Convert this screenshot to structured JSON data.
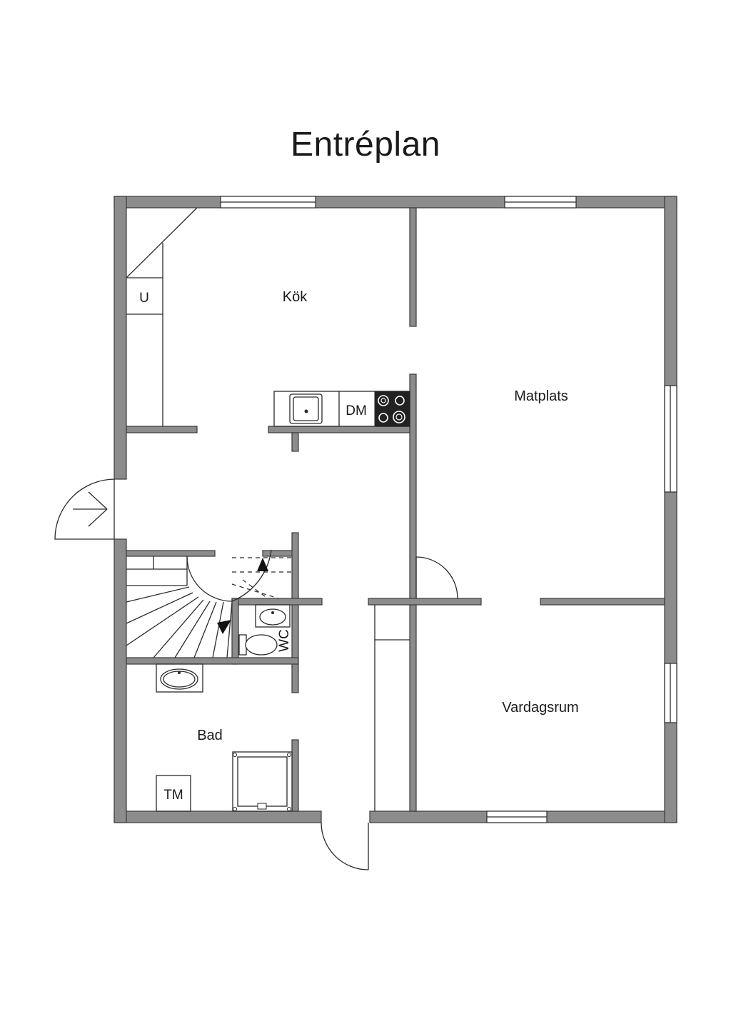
{
  "title": "Entréplan",
  "rooms": {
    "kitchen": "Kök",
    "dining": "Matplats",
    "living": "Vardagsrum",
    "bathroom": "Bad"
  },
  "fixtures": {
    "storage": "U",
    "dishwasher": "DM",
    "toilet": "WC",
    "washing_machine": "TM"
  },
  "colors": {
    "wall": "#8c8c8c",
    "line": "#2a2a2a",
    "background": "#ffffff"
  },
  "icons": {
    "entrance": "arrow-right-icon",
    "stairs_up": "triangle-up-icon"
  }
}
